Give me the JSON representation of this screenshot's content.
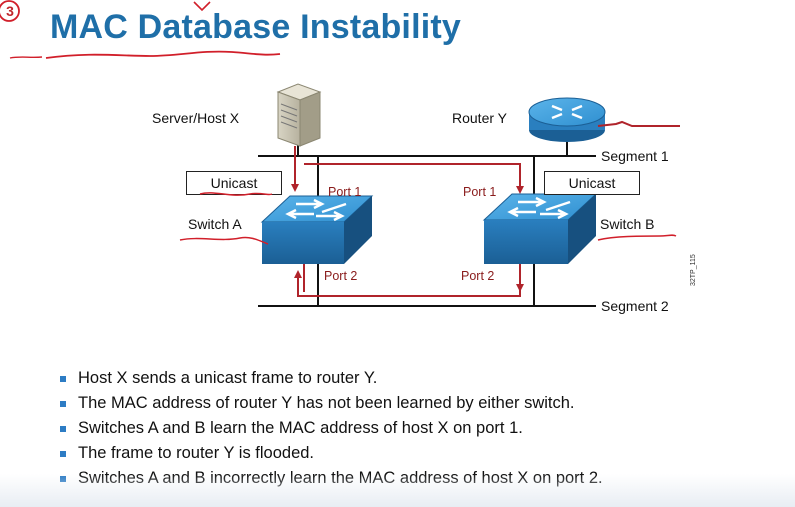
{
  "slide": {
    "number_mark": "3",
    "title": "MAC Database Instability",
    "figure_id": "32TP_115"
  },
  "diagram": {
    "server_label": "Server/Host X",
    "router_label": "Router Y",
    "segment1_label": "Segment 1",
    "segment2_label": "Segment 2",
    "switch_a_label": "Switch A",
    "switch_b_label": "Switch B",
    "unicast_a_label": "Unicast",
    "unicast_b_label": "Unicast",
    "a_port1_label": "Port 1",
    "a_port2_label": "Port 2",
    "b_port1_label": "Port 1",
    "b_port2_label": "Port 2"
  },
  "bullets": [
    "Host X sends a unicast frame to router Y.",
    "The MAC address of router Y has not been learned by either switch.",
    "Switches A and B learn the MAC address of host X on port 1.",
    "The frame to router Y is flooded.",
    "Switches A and B incorrectly learn the MAC address of host X on port 2."
  ],
  "colors": {
    "title": "#1f6fa8",
    "arrow": "#b0242b",
    "ink": "#d11f2a",
    "bullet": "#2d7cc4",
    "switch": "#2f8fd0"
  }
}
